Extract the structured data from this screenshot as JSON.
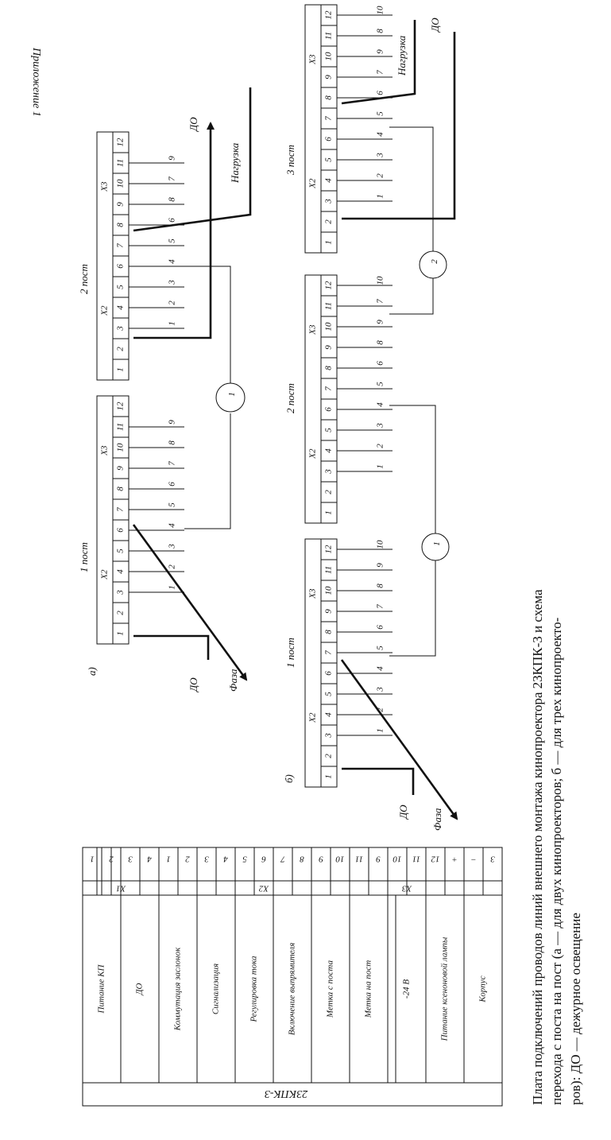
{
  "appendix_title": "Приложение 1",
  "caption": {
    "line1": "Плата подключений проводов линий внешнего монтажа кинопроектора 23КПК-3 и схема",
    "line2": "перехода с поста на пост (а — для двух кинопроекторов; б — для трех кинопроекто-",
    "line3": "ров): ДО — дежурное освещение"
  },
  "terminal_table": {
    "device": "23КПК-3",
    "blocks": [
      {
        "name": "Х1",
        "terminals": [
          "1",
          "2",
          "3",
          "4"
        ]
      },
      {
        "name": "Х2",
        "terminals": [
          "1",
          "2",
          "3",
          "4",
          "5",
          "6",
          "7",
          "8",
          "9",
          "10",
          "11"
        ]
      },
      {
        "name": "Х3",
        "terminals": [
          "9",
          "10",
          "11",
          "12"
        ]
      }
    ],
    "extra_terminals": [
      "+",
      "−",
      "3"
    ],
    "functions": [
      "Питание КП",
      "ДО",
      "Коммутация заслонок",
      "Сигнализация",
      "Регулировка тока",
      "Включение выпрямителя",
      "Метка с поста",
      "Метка на пост",
      "-24 В",
      "Питание ксеноновой лампы",
      "Корпус"
    ]
  },
  "diagram_a": {
    "label": "а)",
    "posts": [
      "1 пост",
      "2 пост"
    ],
    "connector_x2": "Х2",
    "connector_x3": "Х3",
    "pins": [
      "1",
      "2",
      "3",
      "4",
      "5",
      "6",
      "7",
      "8",
      "9",
      "10",
      "11",
      "12"
    ],
    "post1_wires": [
      "1",
      "2",
      "3",
      "4",
      "5",
      "6",
      "7",
      "8",
      "9"
    ],
    "post2_wires": [
      "1",
      "2",
      "3",
      "4",
      "5",
      "6",
      "8",
      "7",
      "9"
    ],
    "relay": "1",
    "arrows": {
      "do": "ДО",
      "phase": "Фаза",
      "load": "Нагрузка"
    }
  },
  "diagram_b": {
    "label": "б)",
    "posts": [
      "1 пост",
      "2 пост",
      "3 пост"
    ],
    "connector_x2": "Х2",
    "connector_x3": "Х3",
    "pins": [
      "1",
      "2",
      "3",
      "4",
      "5",
      "6",
      "7",
      "8",
      "9",
      "10",
      "11",
      "12"
    ],
    "post1_wires": [
      "1",
      "2",
      "3",
      "4",
      "5",
      "6",
      "7",
      "8",
      "9",
      "10"
    ],
    "post2_upper": [
      "1",
      "2",
      "3",
      "4",
      "5",
      "6",
      "8",
      "9",
      "7",
      "10"
    ],
    "post2_lower": [
      "1",
      "2",
      "3",
      "4",
      "5",
      "6",
      "8",
      "9",
      "7",
      "10"
    ],
    "post3_wires": [
      "1",
      "2",
      "3",
      "4",
      "5",
      "6",
      "7",
      "9",
      "8",
      "10"
    ],
    "relays": [
      "1",
      "2"
    ],
    "arrows": {
      "do": "ДО",
      "phase": "Фаза",
      "load": "Нагрузка",
      "do_end": "ДО"
    }
  }
}
